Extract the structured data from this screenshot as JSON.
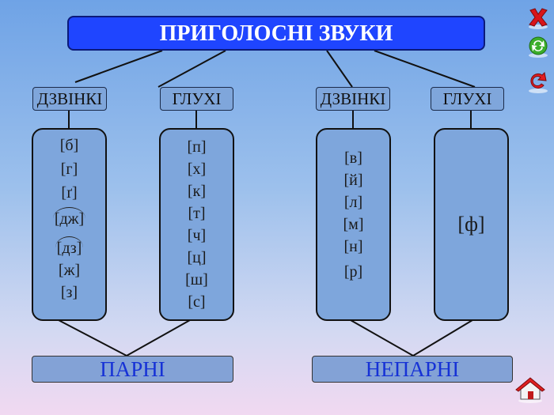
{
  "title": "ПРИГОЛОСНІ ЗВУКИ",
  "categories": [
    "ДЗВІНКІ",
    "ГЛУХІ",
    "ДЗВІНКІ",
    "ГЛУХІ"
  ],
  "columns": [
    [
      "[б]",
      "[г]",
      "[ґ]",
      "[дж]",
      "[дз]",
      "[ж]",
      "[з]"
    ],
    [
      "[п]",
      "[х]",
      "[к]",
      "[т]",
      "[ч]",
      "[ц]",
      "[ш]",
      "[с]"
    ],
    [
      "[в]",
      "[й]",
      "[л]",
      "[м]",
      "[н]",
      "[р]"
    ],
    [
      "[ф]"
    ]
  ],
  "groups": [
    "ПАРНІ",
    "НЕПАРНІ"
  ],
  "controls": [
    "close-icon",
    "refresh-icon",
    "undo-icon",
    "home-icon"
  ],
  "colors": {
    "title_bg": "#1f45ff",
    "group_text": "#1632d6",
    "box_bg": "#7ea6dc"
  }
}
